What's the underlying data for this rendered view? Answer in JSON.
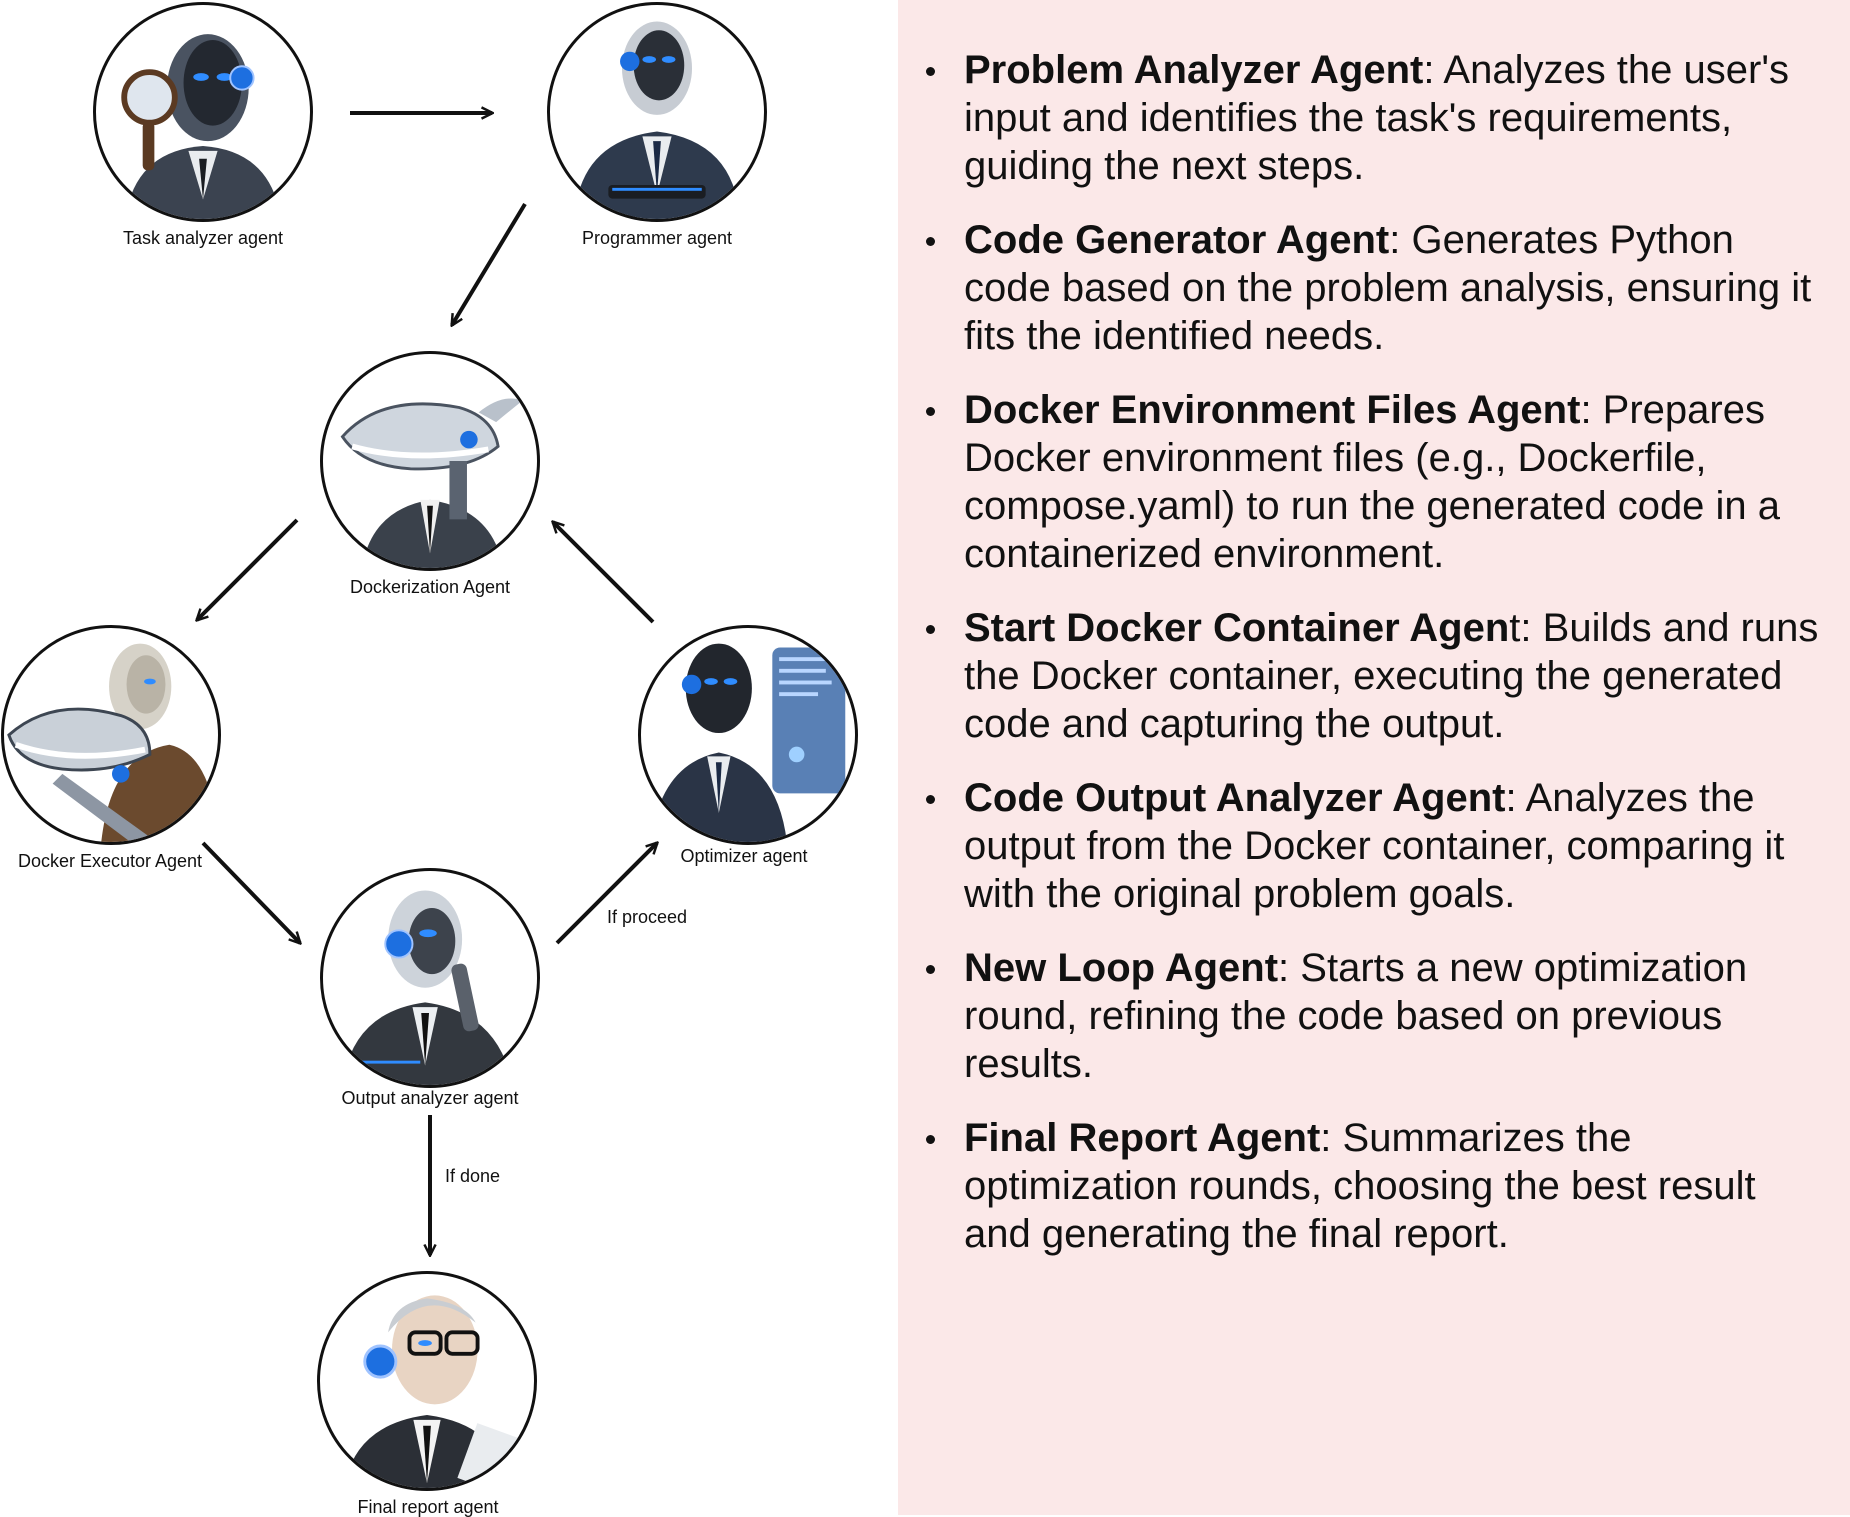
{
  "diagram": {
    "nodes": [
      {
        "id": "task-analyzer",
        "label": "Task analyzer agent",
        "icon": "robot-magnifier-icon"
      },
      {
        "id": "programmer",
        "label": "Programmer agent",
        "icon": "robot-typing-icon"
      },
      {
        "id": "dockerization",
        "label": "Dockerization Agent",
        "icon": "whale-robot-icon"
      },
      {
        "id": "docker-executor",
        "label": "Docker Executor Agent",
        "icon": "whale-robot-executor-icon"
      },
      {
        "id": "optimizer",
        "label": "Optimizer agent",
        "icon": "robot-screen-icon"
      },
      {
        "id": "output-analyzer",
        "label": "Output analyzer agent",
        "icon": "robot-thinking-icon"
      },
      {
        "id": "final-report",
        "label": "Final report agent",
        "icon": "robot-glasses-icon"
      }
    ],
    "edges": [
      {
        "from": "task-analyzer",
        "to": "programmer",
        "label": ""
      },
      {
        "from": "programmer",
        "to": "dockerization",
        "label": ""
      },
      {
        "from": "dockerization",
        "to": "docker-executor",
        "label": ""
      },
      {
        "from": "docker-executor",
        "to": "output-analyzer",
        "label": ""
      },
      {
        "from": "output-analyzer",
        "to": "optimizer",
        "label": "If proceed"
      },
      {
        "from": "optimizer",
        "to": "dockerization",
        "label": ""
      },
      {
        "from": "output-analyzer",
        "to": "final-report",
        "label": "If done"
      }
    ]
  },
  "descriptions": [
    {
      "name": "Problem Analyzer Agent",
      "sep": ":",
      "text": " Analyzes the user's input and identifies the task's requirements, guiding the next steps."
    },
    {
      "name": "Code Generator Agent",
      "sep": ":",
      "text": " Generates Python code based on the problem analysis, ensuring it fits the identified needs."
    },
    {
      "name": "Docker Environment Files Agent",
      "sep": ":",
      "text": " Prepares Docker environment files (e.g., Dockerfile, compose.yaml) to run the generated code in a containerized environment."
    },
    {
      "name": "Start Docker Container Agen",
      "sep": "t:",
      "text": " Builds and runs the Docker container, executing the generated code and capturing the output."
    },
    {
      "name": "Code Output Analyzer Agent",
      "sep": ":",
      "text": " Analyzes the output from the Docker container, comparing it with the original problem goals."
    },
    {
      "name": "New Loop Agent",
      "sep": ":",
      "text": " Starts a new optimization round, refining the code based on previous results."
    },
    {
      "name": "Final Report Agent",
      "sep": ":",
      "text": " Summarizes the optimization rounds, choosing the best result and generating the final report."
    }
  ],
  "colors": {
    "panel_background": "#fbe8e8",
    "ink": "#111111",
    "robot_eye": "#2f8cff"
  }
}
